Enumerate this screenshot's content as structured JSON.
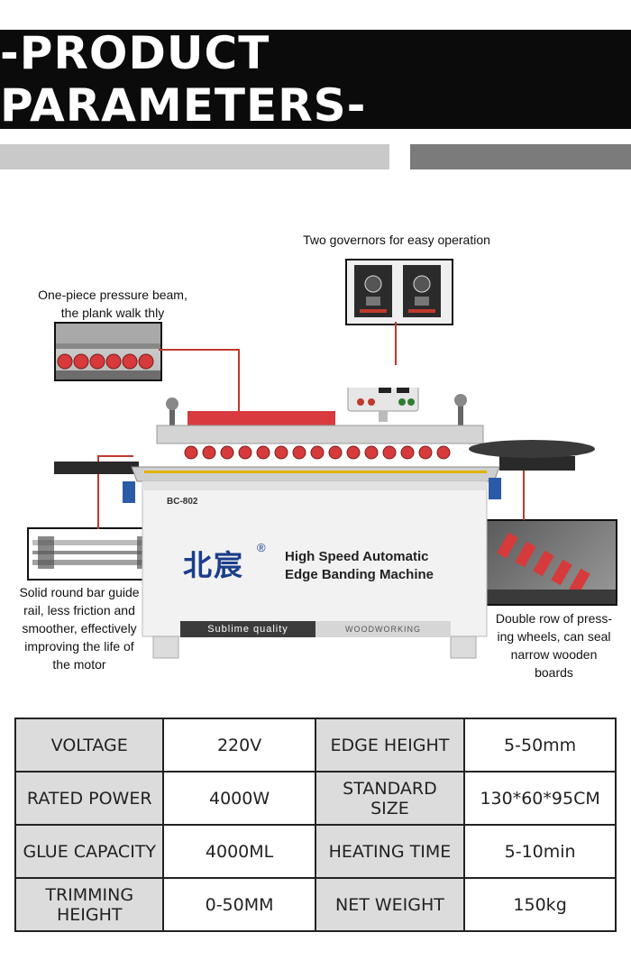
{
  "header": {
    "title": "-PRODUCT PARAMETERS-"
  },
  "annotations": {
    "governors": "Two governors for easy operation",
    "beam_line1": "One-piece pressure beam,",
    "beam_line2": "the plank walk   thly",
    "rail_line1": "Solid round bar guide",
    "rail_line2": "rail, less friction and",
    "rail_line3": "smoother, effectively",
    "rail_line4": "improving the life of",
    "rail_line5": "the motor",
    "double_line1": "Double row of press-",
    "double_line2": "ing wheels, can seal",
    "double_line3": "narrow wooden",
    "double_line4": "boards"
  },
  "machine": {
    "model": "BC-802",
    "brand_cn": "北宸",
    "brand_reg": "®",
    "name_line1": "High Speed Automatic",
    "name_line2": "Edge Banding Machine",
    "strip_left": "Sublime quality",
    "strip_right": "WOODWORKING"
  },
  "params": [
    {
      "label1": "VOLTAGE",
      "value1": "220V",
      "label2": "EDGE HEIGHT",
      "value2": "5-50mm"
    },
    {
      "label1": "RATED POWER",
      "value1": "4000W",
      "label2_line1": "STANDARD",
      "label2_line2": "SIZE",
      "value2": "130*60*95CM"
    },
    {
      "label1": "GLUE CAPACITY",
      "value1": "4000ML",
      "label2": "HEATING TIME",
      "value2": "5-10min"
    },
    {
      "label1_line1": "TRIMMING",
      "label1_line2": "HEIGHT",
      "value1": "0-50MM",
      "label2": "NET WEIGHT",
      "value2": "150kg"
    }
  ],
  "colors": {
    "banner": "#0b0b0b",
    "accent_red": "#c0392b",
    "brand_blue": "#1a3e8c",
    "label_cell": "#dcdcdc"
  }
}
